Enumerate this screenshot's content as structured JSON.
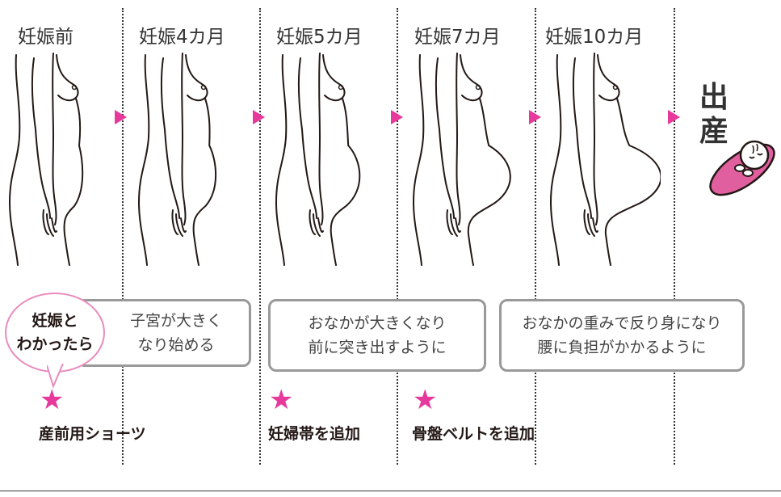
{
  "stages": [
    {
      "label": "妊娠前",
      "belly": 0
    },
    {
      "label": "妊娠4カ月",
      "belly": 6
    },
    {
      "label": "妊娠5カ月",
      "belly": 16
    },
    {
      "label": "妊娠7カ月",
      "belly": 36
    },
    {
      "label": "妊娠10カ月",
      "belly": 56
    }
  ],
  "birth": {
    "line1": "出",
    "line2": "産"
  },
  "bubble": {
    "line1": "妊娠と",
    "line2": "わかったら"
  },
  "boxes": [
    {
      "line1": "子宮が大きく",
      "line2": "なり始める"
    },
    {
      "line1": "おなかが大きくなり",
      "line2": "前に突き出すように"
    },
    {
      "line1": "おなかの重みで反り身になり",
      "line2": "腰に負担がかかるように"
    }
  ],
  "items": [
    {
      "label": "産前用ショーツ"
    },
    {
      "label": "妊婦帯を追加"
    },
    {
      "label": "骨盤ベルトを追加"
    }
  ],
  "colors": {
    "accent": "#e6399b",
    "baby_wrap": "#e0609f",
    "bubble_border": "#e98bbd",
    "box_border": "#999999"
  }
}
